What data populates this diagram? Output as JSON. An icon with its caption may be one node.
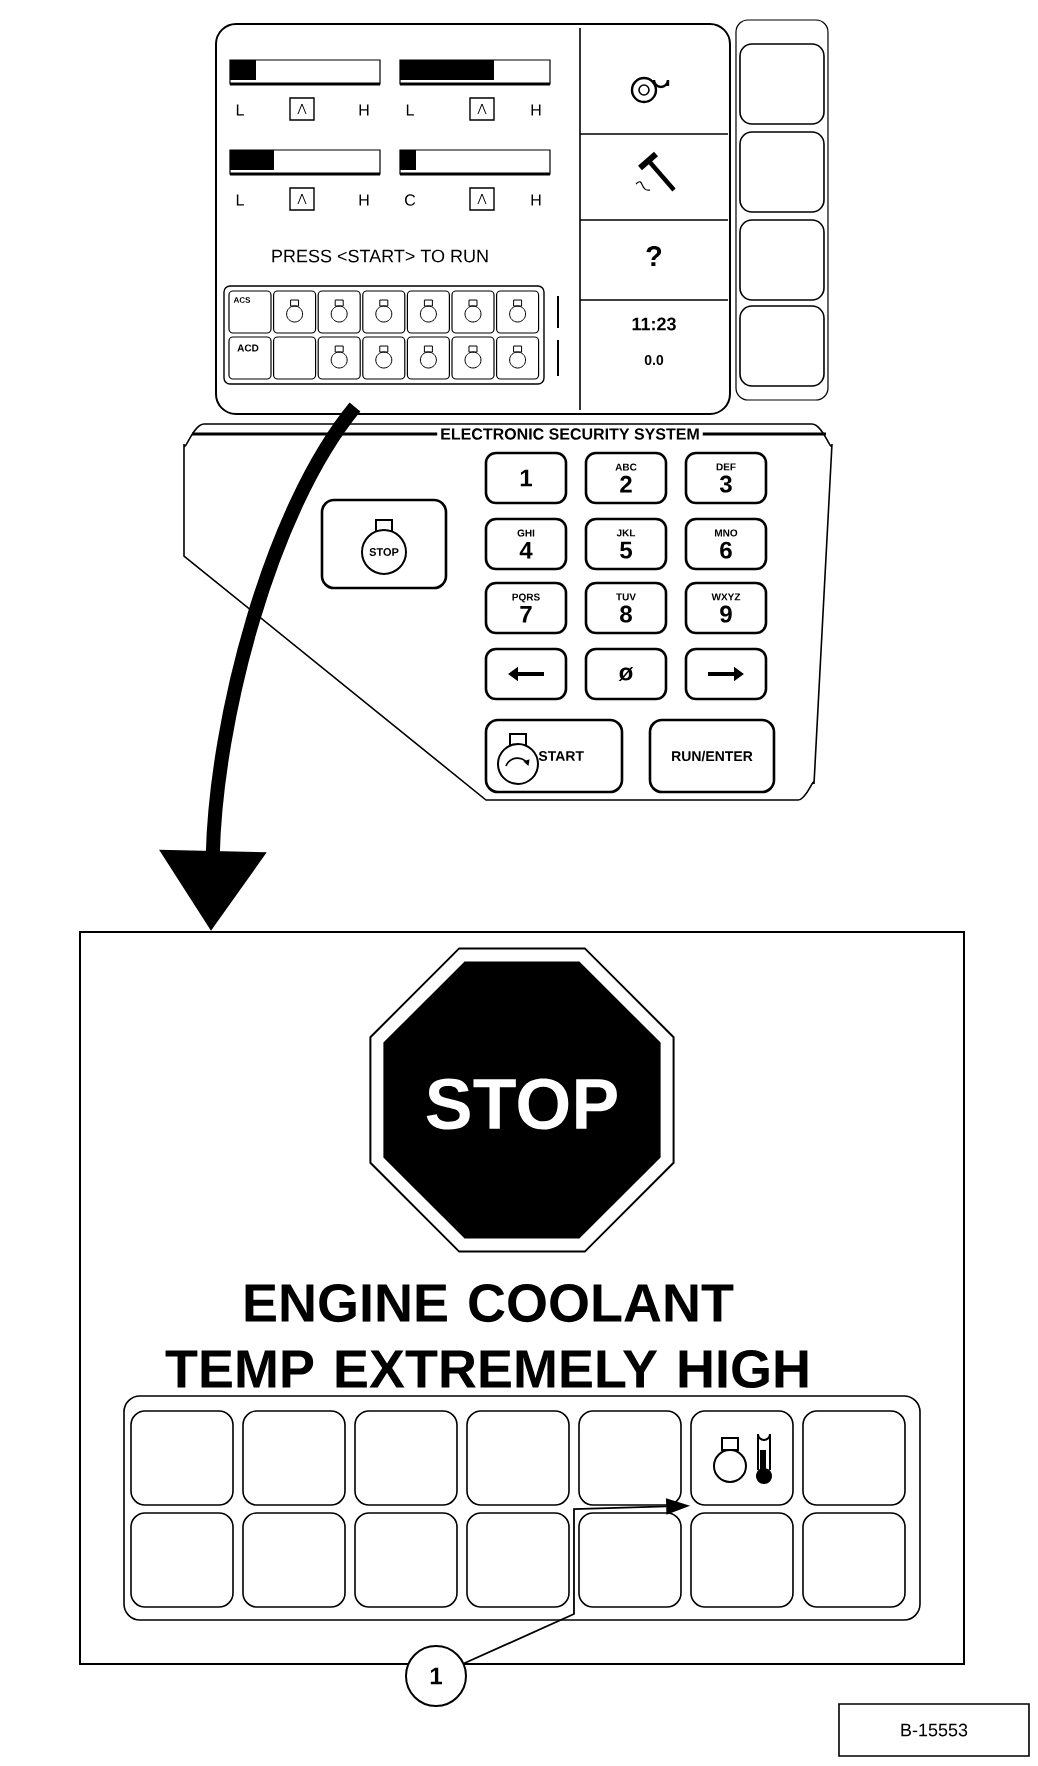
{
  "diagram": {
    "nodes": [
      {
        "text": [
          "L",
          "H",
          "L",
          "H",
          "L",
          "H",
          "C",
          "H",
          "PRESS <START> TO RUN",
          "ACS",
          "ACD",
          "?",
          "11:23",
          "0.0"
        ]
      },
      {
        "text": [],
        "shape": "box"
      },
      {
        "text": [],
        "shape": "box"
      },
      {
        "text": [],
        "shape": "box"
      },
      {
        "text": [],
        "shape": "box"
      },
      {
        "text": [
          "ELECTRONIC SECURITY SYSTEM"
        ]
      },
      {
        "text": [
          "STOP"
        ],
        "in": 5
      },
      {
        "text": [
          "1"
        ],
        "in": 5
      },
      {
        "text": [
          "ABC",
          "2"
        ],
        "in": 5
      },
      {
        "text": [
          "DEF",
          "3"
        ],
        "in": 5
      },
      {
        "text": [
          "GHI",
          "4"
        ],
        "in": 5
      },
      {
        "text": [
          "JKL",
          "5"
        ],
        "in": 5
      },
      {
        "text": [
          "MNO",
          "6"
        ],
        "in": 5
      },
      {
        "text": [
          "PQRS",
          "7"
        ],
        "in": 5
      },
      {
        "text": [
          "TUV",
          "8"
        ],
        "in": 5
      },
      {
        "text": [
          "WXYZ",
          "9"
        ],
        "in": 5
      },
      {
        "text": [],
        "shape": "box",
        "in": 5
      },
      {
        "text": [
          "ø"
        ],
        "in": 5
      },
      {
        "text": [],
        "shape": "box",
        "in": 5
      },
      {
        "text": [
          "START"
        ],
        "in": 5
      },
      {
        "text": [
          "RUN/ENTER"
        ],
        "in": 5
      },
      {
        "text": [
          "ENGINE COOLANT TEMP EXTREMELY HIGH"
        ]
      },
      {
        "text": [
          "STOP"
        ],
        "in": 21
      },
      {
        "text": [],
        "shape": "box",
        "in": 21
      },
      {
        "text": [],
        "shape": "box",
        "in": 23
      },
      {
        "text": [],
        "shape": "box",
        "in": 23
      },
      {
        "text": [],
        "shape": "box",
        "in": 23
      },
      {
        "text": [],
        "shape": "box",
        "in": 23
      },
      {
        "text": [],
        "shape": "box",
        "in": 23
      },
      {
        "text": [],
        "shape": "box",
        "in": 23
      },
      {
        "text": [],
        "shape": "box",
        "in": 23
      },
      {
        "text": [],
        "shape": "box",
        "in": 23
      },
      {
        "text": [],
        "shape": "box",
        "in": 23
      },
      {
        "text": [],
        "shape": "box",
        "in": 23
      },
      {
        "text": [],
        "shape": "box",
        "in": 23
      },
      {
        "text": [],
        "shape": "box",
        "in": 23
      },
      {
        "text": [],
        "shape": "box",
        "in": 23
      },
      {
        "text": [],
        "shape": "box",
        "in": 23
      },
      {
        "text": [
          "1"
        ]
      },
      {
        "text": [
          "B-15553"
        ]
      }
    ],
    "edges": [
      {
        "from": 0,
        "to": 21,
        "arrow": "to",
        "style": "thick"
      },
      {
        "from": 38,
        "to": 29,
        "arrow": "to"
      }
    ]
  }
}
